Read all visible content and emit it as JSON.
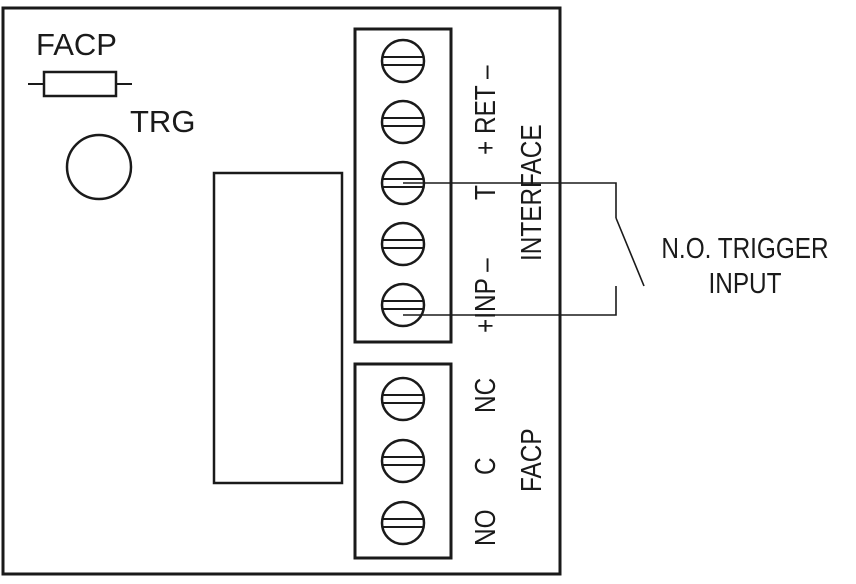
{
  "labels": {
    "facp_top": "FACP",
    "trg": "TRG",
    "trigger_line1": "N.O. TRIGGER",
    "trigger_line2": "INPUT",
    "interface": "INTERFACE",
    "facp_block": "FACP"
  },
  "interface_terminals": {
    "ret": "+ RET –",
    "t": "T",
    "inp": "+INP –"
  },
  "facp_terminals": {
    "nc": "NC",
    "c": "C",
    "no": "NO"
  },
  "colors": {
    "line": "#1a1a1a",
    "background": "#ffffff"
  }
}
